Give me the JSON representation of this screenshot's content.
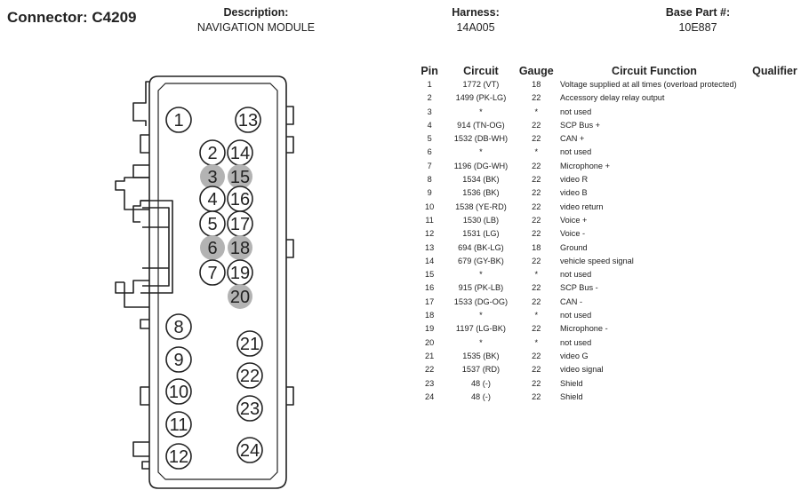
{
  "header": {
    "connector": "Connector: C4209",
    "description_label": "Description:",
    "description_value": "NAVIGATION MODULE",
    "harness_label": "Harness:",
    "harness_value": "14A005",
    "base_part_label": "Base Part #:",
    "base_part_value": "10E887"
  },
  "table": {
    "headers": [
      "Pin",
      "Circuit",
      "Gauge",
      "Circuit Function",
      "Qualifier"
    ],
    "rows": [
      {
        "pin": "1",
        "circuit": "1772 (VT)",
        "gauge": "18",
        "function": "Voltage supplied at all times (overload protected)"
      },
      {
        "pin": "2",
        "circuit": "1499 (PK-LG)",
        "gauge": "22",
        "function": "Accessory delay relay output"
      },
      {
        "pin": "3",
        "circuit": "*",
        "gauge": "*",
        "function": "not used"
      },
      {
        "pin": "4",
        "circuit": "914 (TN-OG)",
        "gauge": "22",
        "function": "SCP Bus +"
      },
      {
        "pin": "5",
        "circuit": "1532 (DB-WH)",
        "gauge": "22",
        "function": "CAN +"
      },
      {
        "pin": "6",
        "circuit": "*",
        "gauge": "*",
        "function": "not used"
      },
      {
        "pin": "7",
        "circuit": "1196 (DG-WH)",
        "gauge": "22",
        "function": "Microphone +"
      },
      {
        "pin": "8",
        "circuit": "1534 (BK)",
        "gauge": "22",
        "function": "video R"
      },
      {
        "pin": "9",
        "circuit": "1536 (BK)",
        "gauge": "22",
        "function": "video B"
      },
      {
        "pin": "10",
        "circuit": "1538 (YE-RD)",
        "gauge": "22",
        "function": "video return"
      },
      {
        "pin": "11",
        "circuit": "1530 (LB)",
        "gauge": "22",
        "function": "Voice +"
      },
      {
        "pin": "12",
        "circuit": "1531 (LG)",
        "gauge": "22",
        "function": "Voice -"
      },
      {
        "pin": "13",
        "circuit": "694 (BK-LG)",
        "gauge": "18",
        "function": "Ground"
      },
      {
        "pin": "14",
        "circuit": "679 (GY-BK)",
        "gauge": "22",
        "function": "vehicle speed signal"
      },
      {
        "pin": "15",
        "circuit": "*",
        "gauge": "*",
        "function": "not used"
      },
      {
        "pin": "16",
        "circuit": "915 (PK-LB)",
        "gauge": "22",
        "function": "SCP Bus -"
      },
      {
        "pin": "17",
        "circuit": "1533 (DG-OG)",
        "gauge": "22",
        "function": "CAN -"
      },
      {
        "pin": "18",
        "circuit": "*",
        "gauge": "*",
        "function": "not used"
      },
      {
        "pin": "19",
        "circuit": "1197 (LG-BK)",
        "gauge": "22",
        "function": "Microphone -"
      },
      {
        "pin": "20",
        "circuit": "*",
        "gauge": "*",
        "function": "not used"
      },
      {
        "pin": "21",
        "circuit": "1535 (BK)",
        "gauge": "22",
        "function": "video G"
      },
      {
        "pin": "22",
        "circuit": "1537 (RD)",
        "gauge": "22",
        "function": "video signal"
      },
      {
        "pin": "23",
        "circuit": "48 (-)",
        "gauge": "22",
        "function": "Shield"
      },
      {
        "pin": "24",
        "circuit": "48 (-)",
        "gauge": "22",
        "function": "Shield"
      }
    ]
  },
  "diagram": {
    "pins": [
      {
        "label": "1",
        "used": true
      },
      {
        "label": "2",
        "used": true
      },
      {
        "label": "3",
        "used": false
      },
      {
        "label": "4",
        "used": true
      },
      {
        "label": "5",
        "used": true
      },
      {
        "label": "6",
        "used": false
      },
      {
        "label": "7",
        "used": true
      },
      {
        "label": "8",
        "used": true
      },
      {
        "label": "9",
        "used": true
      },
      {
        "label": "10",
        "used": true
      },
      {
        "label": "11",
        "used": true
      },
      {
        "label": "12",
        "used": true
      },
      {
        "label": "13",
        "used": true
      },
      {
        "label": "14",
        "used": true
      },
      {
        "label": "15",
        "used": false
      },
      {
        "label": "16",
        "used": true
      },
      {
        "label": "17",
        "used": true
      },
      {
        "label": "18",
        "used": false
      },
      {
        "label": "19",
        "used": true
      },
      {
        "label": "20",
        "used": false
      },
      {
        "label": "21",
        "used": true
      },
      {
        "label": "22",
        "used": true
      },
      {
        "label": "23",
        "used": true
      },
      {
        "label": "24",
        "used": true
      }
    ],
    "unused_fill": "#b3b3b3",
    "stroke_color": "#222222"
  }
}
